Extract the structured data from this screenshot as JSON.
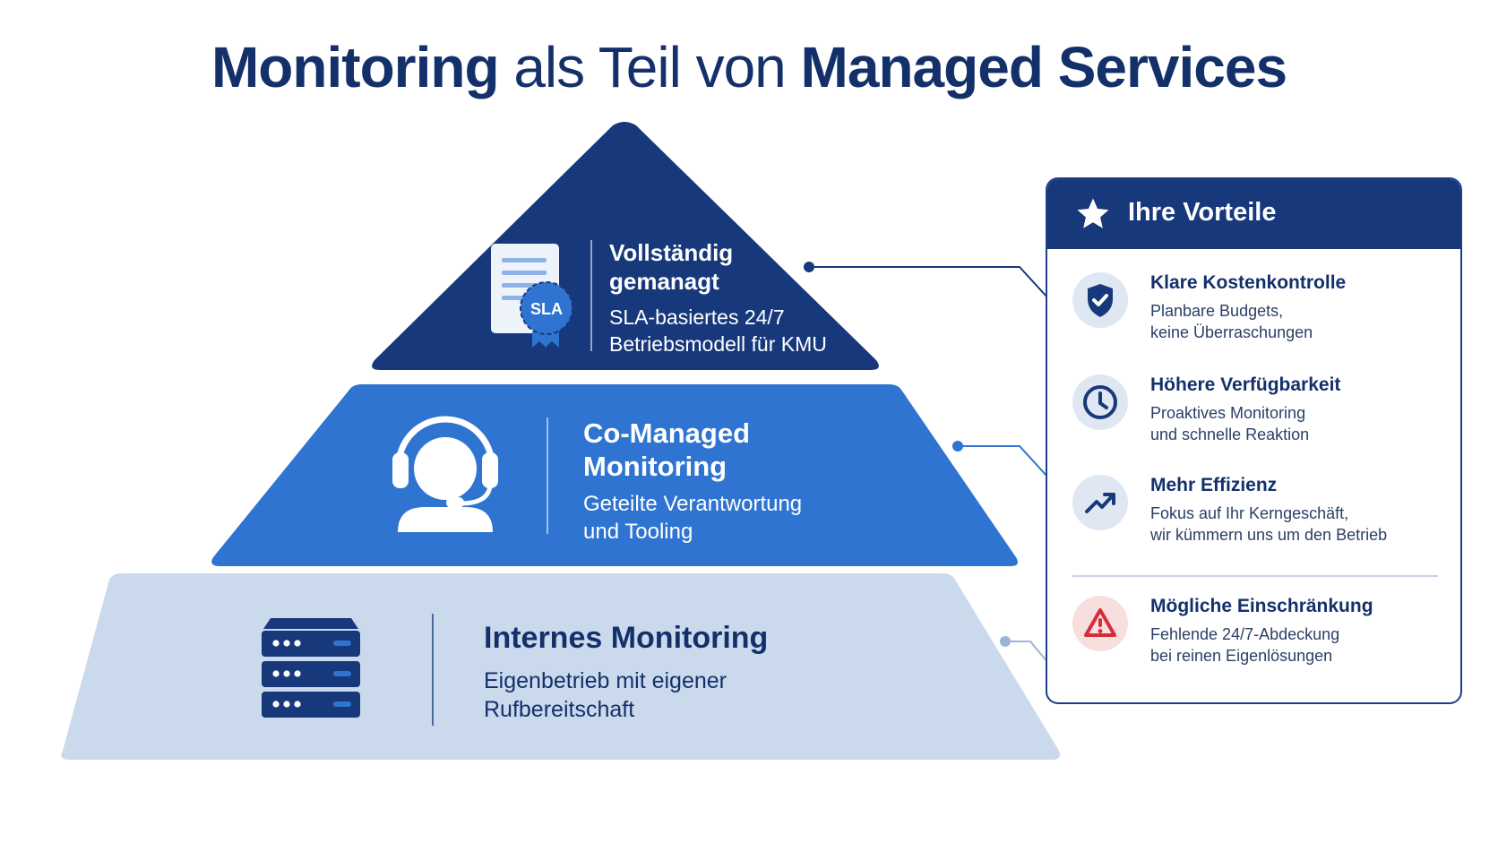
{
  "title": {
    "part1": "Monitoring",
    "part2": " als Teil von ",
    "part3": "Managed Services"
  },
  "tiers": [
    {
      "heading_line1": "Vollständig",
      "heading_line2": "gemanagt",
      "sub_line1": "SLA-basiertes 24/7",
      "sub_line2": "Betriebsmodell für KMU",
      "badge": "SLA",
      "icon": "sla-document-icon",
      "color": "#17397c"
    },
    {
      "heading_line1": "Co-Managed",
      "heading_line2": "Monitoring",
      "sub_line1": "Geteilte Verantwortung",
      "sub_line2": "und Tooling",
      "icon": "headset-agent-icon",
      "color": "#2f74d0"
    },
    {
      "heading_line1": "Internes Monitoring",
      "sub_line1": "Eigenbetrieb mit eigener",
      "sub_line2": "Rufbereitschaft",
      "icon": "server-rack-icon",
      "color": "#cad9ec"
    }
  ],
  "panel": {
    "title": "Ihre Vorteile",
    "icon": "star-icon",
    "benefits": [
      {
        "heading": "Klare Kostenkontrolle",
        "line1": "Planbare Budgets,",
        "line2": "keine Überraschungen",
        "icon": "shield-check-icon"
      },
      {
        "heading": "Höhere Verfügbarkeit",
        "line1": "Proaktives Monitoring",
        "line2": "und schnelle Reaktion",
        "icon": "clock-icon"
      },
      {
        "heading": "Mehr Effizienz",
        "line1": "Fokus auf Ihr Kerngeschäft,",
        "line2": "wir kümmern uns um den Betrieb",
        "icon": "trend-up-icon"
      }
    ],
    "limitation": {
      "heading": "Mögliche Einschränkung",
      "line1": "Fehlende 24/7-Abdeckung",
      "line2": "bei reinen Eigenlösungen",
      "icon": "warning-icon"
    }
  },
  "colors": {
    "navy": "#17397c",
    "blue": "#2f74d0",
    "light": "#cad9ec",
    "warning": "#d32f3a"
  }
}
